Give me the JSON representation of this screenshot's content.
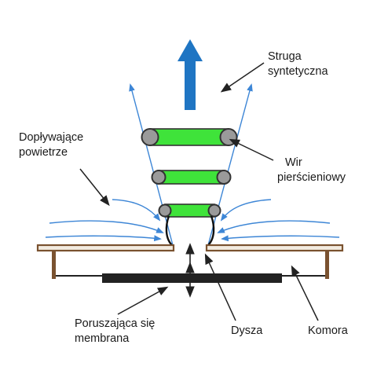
{
  "labels": {
    "synthetic_jet": [
      "Struga",
      "syntetyczna"
    ],
    "inflow_air": [
      "Dopływające",
      "powietrze"
    ],
    "ring_vortex": [
      "Wir",
      "pierścieniowy"
    ],
    "moving_membrane": [
      "Poruszająca się",
      "membrana"
    ],
    "nozzle": "Dysza",
    "chamber": "Komora"
  },
  "colors": {
    "jet_arrow": "#1f75c3",
    "flow_lines": "#3d86d6",
    "vortex_fill": "#3fe33a",
    "vortex_rollers": "#9a9a9a",
    "chamber_wall": "#7a5230",
    "plate_fill": "#f3ebe0",
    "membrane": "#222222",
    "leader_lines": "#222222"
  }
}
